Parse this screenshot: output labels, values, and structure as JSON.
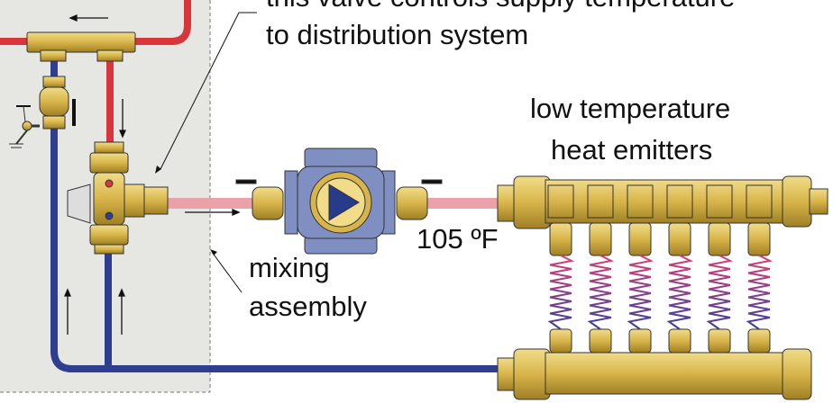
{
  "annotations": {
    "valve_note_line1": "this valve controls supply temperature",
    "valve_note_line2": "to distribution system",
    "mixing_line1": "mixing",
    "mixing_line2": "assembly",
    "temperature": "105 ºF",
    "emitters_line1": "low temperature",
    "emitters_line2": "heat emitters"
  },
  "colors": {
    "supply_hot": "#d8363c",
    "supply_mixed": "#eba1a8",
    "return": "#2f3f8f",
    "brass": "#d8b54a",
    "pump": "#7f8fc2",
    "panel": "#e6e6e2"
  },
  "emitter_loops": 6
}
